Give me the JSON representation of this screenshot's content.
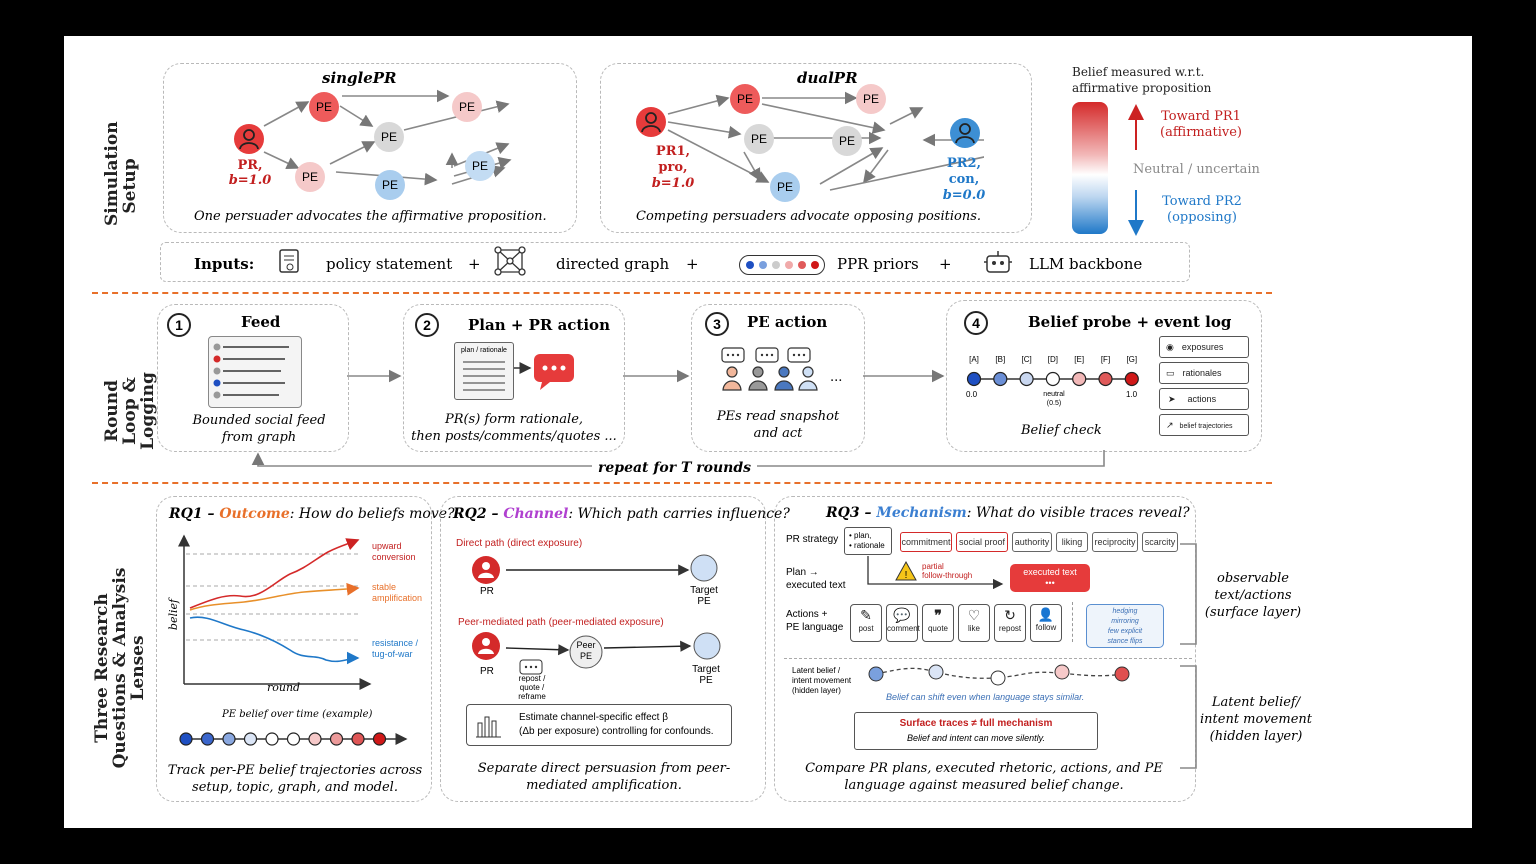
{
  "sections": {
    "setup": "Simulation Setup",
    "loop": "Round Loop & Logging",
    "rq": "Three Research Questions & Analysis Lenses"
  },
  "single_pr": {
    "title": "singlePR",
    "node_pe": "PE",
    "pr_label_line1": "PR,",
    "pr_label_line2": "b=1.0",
    "caption": "One persuader advocates the affirmative proposition."
  },
  "dual_pr": {
    "title": "dualPR",
    "node_pe": "PE",
    "pr1_l1": "PR1,",
    "pr1_l2": "pro,",
    "pr1_l3": "b=1.0",
    "pr2_l1": "PR2,",
    "pr2_l2": "con,",
    "pr2_l3": "b=0.0",
    "caption": "Competing persuaders advocate opposing positions."
  },
  "legend": {
    "title_l1": "Belief measured w.r.t.",
    "title_l2": "affirmative proposition",
    "top_l1": "Toward PR1",
    "top_l2": "(affirmative)",
    "mid": "Neutral / uncertain",
    "bot_l1": "Toward PR2",
    "bot_l2": "(opposing)",
    "colors": {
      "pr1": "#d42a2a",
      "pr2": "#1f78c8"
    }
  },
  "inputs": {
    "label": "Inputs:",
    "items": [
      "policy statement",
      "directed graph",
      "PPR priors",
      "LLM backbone"
    ],
    "plus": "+"
  },
  "loop": {
    "step1": {
      "num": "1",
      "title": "Feed",
      "cap_l1": "Bounded social feed",
      "cap_l2": "from graph"
    },
    "step2": {
      "num": "2",
      "title": "Plan + PR action",
      "doc_label": "plan / rationale",
      "cap_l1": "PR(s) form rationale,",
      "cap_l2": "then posts/comments/quotes ..."
    },
    "step3": {
      "num": "3",
      "title": "PE action",
      "dots": "...",
      "cap_l1": "PEs read snapshot",
      "cap_l2": "and act"
    },
    "step4": {
      "num": "4",
      "title": "Belief probe + event log",
      "scale_labels": [
        "[A]",
        "[B]",
        "[C]",
        "[D]",
        "[E]",
        "[F]",
        "[G]"
      ],
      "scale_colors": [
        "#1e4fc2",
        "#6b8fd6",
        "#c9d7f0",
        "#ffffff",
        "#f2b8b8",
        "#e05a5a",
        "#d01818"
      ],
      "left_value": "0.0",
      "neutral_l1": "neutral",
      "neutral_l2": "(0.5)",
      "right_value": "1.0",
      "caption": "Belief check",
      "logs": [
        "exposures",
        "rationales",
        "actions",
        "belief trajectories"
      ]
    },
    "repeat": "repeat for T rounds"
  },
  "rq1": {
    "prefix": "RQ1 – ",
    "key": "Outcome",
    "question": ": How do beliefs move?",
    "ylabel": "belief",
    "xlabel": "round",
    "upward_l1": "upward",
    "upward_l2": "conversion",
    "stable_l1": "stable",
    "stable_l2": "amplification",
    "resist_l1": "resistance /",
    "resist_l2": "tug-of-war",
    "traj_caption": "PE belief over time (example)",
    "traj_colors": [
      "#1e4fc2",
      "#3b66cc",
      "#8aa8e0",
      "#dbe5f6",
      "#ffffff",
      "#ffffff",
      "#f6c9c9",
      "#ec9a9a",
      "#df5656",
      "#d01818"
    ],
    "cap_l1": "Track per-PE belief trajectories across",
    "cap_l2": "setup, topic, graph, and model."
  },
  "rq2": {
    "prefix": "RQ2 – ",
    "key": "Channel",
    "question": ": Which path carries influence?",
    "direct": "Direct path (direct exposure)",
    "peer": "Peer-mediated path (peer-mediated exposure)",
    "pr": "PR",
    "target_l1": "Target",
    "target_l2": "PE",
    "peer_l1": "Peer",
    "peer_l2": "PE",
    "action_l1": "repost /",
    "action_l2": "quote /",
    "action_l3": "reframe",
    "est_l1": "Estimate channel-specific effect β",
    "est_l2": "(Δb per exposure) controlling for confounds.",
    "cap_l1": "Separate direct persuasion from peer-",
    "cap_l2": "mediated amplification."
  },
  "rq3": {
    "prefix": "RQ3 – ",
    "key": "Mechanism",
    "question": ": What do visible traces reveal?",
    "strategy_label": "PR strategy",
    "strategy_items": [
      "plan,",
      "rationale"
    ],
    "strategies": [
      "commitment",
      "social proof",
      "authority",
      "liking",
      "reciprocity",
      "scarcity"
    ],
    "plan_l1": "Plan →",
    "plan_l2": "executed text",
    "partial_l1": "partial",
    "partial_l2": "follow-through",
    "executed": "executed text",
    "executed_dots": "•••",
    "actions_l1": "Actions +",
    "actions_l2": "PE language",
    "actions": [
      "post",
      "comment",
      "quote",
      "like",
      "repost",
      "follow"
    ],
    "hedge": [
      "hedging",
      "mirroring",
      "few explicit",
      "stance flips"
    ],
    "latent_l1": "Latent belief /",
    "latent_l2": "intent movement",
    "latent_l3": "(hidden layer)",
    "shift": "Belief can shift even when language stays similar.",
    "surface_title": "Surface traces ≠ full mechanism",
    "surface_sub": "Belief and intent can move silently.",
    "cap_l1": "Compare PR plans, executed rhetoric, actions, and PE",
    "cap_l2": "language against measured belief change.",
    "obs_l1": "observable",
    "obs_l2": "text/actions",
    "obs_l3": "(surface layer)",
    "lat_l1": "Latent belief/",
    "lat_l2": "intent movement",
    "lat_l3": "(hidden layer)"
  }
}
